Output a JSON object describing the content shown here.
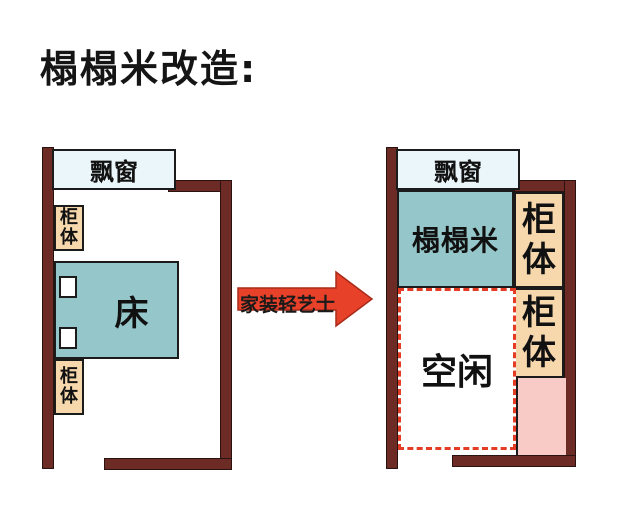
{
  "title": "榻榻米改造:",
  "before": {
    "window_label": "飘窗",
    "cabinet_top_label": "柜\n体",
    "cabinet_bottom_label": "柜\n体",
    "bed_label": "床"
  },
  "arrow": {
    "label": "家装轻艺士",
    "color": "#e8412a"
  },
  "after": {
    "window_label": "飘窗",
    "tatami_label": "榻榻米",
    "cabinet_top_label": "柜\n体",
    "cabinet_bottom_label": "柜\n体",
    "free_label": "空闲"
  },
  "colors": {
    "wall": "#6d2b26",
    "window": "#eaf6fa",
    "cabinet": "#f7d8ad",
    "bed": "#95c6c9",
    "free_border": "#e33b24",
    "pink_area": "#f8cbc6"
  }
}
